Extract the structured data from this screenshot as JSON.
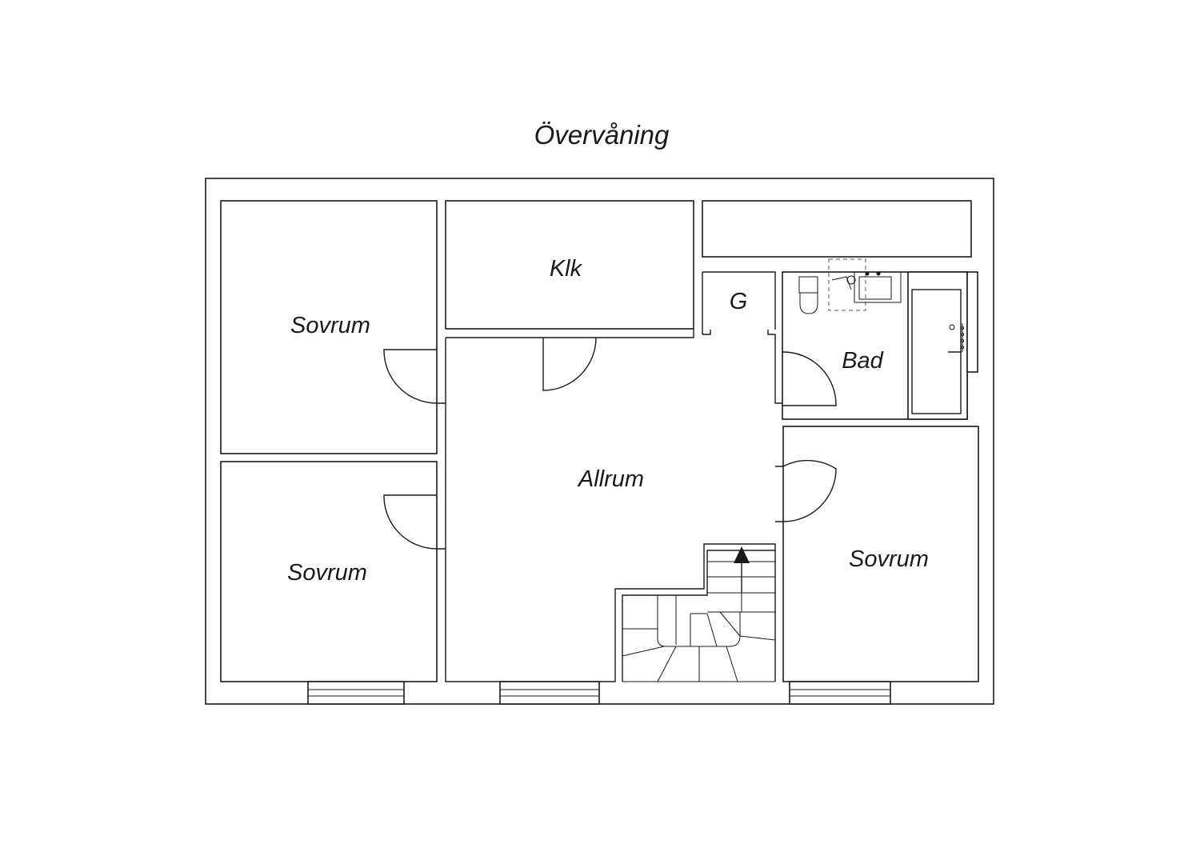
{
  "title": "Övervåning",
  "rooms": {
    "bedroom_top_left": "Sovrum",
    "closet": "Klk",
    "wardrobe": "G",
    "bathroom": "Bad",
    "bedroom_bottom_left": "Sovrum",
    "living": "Allrum",
    "bedroom_right": "Sovrum"
  },
  "colors": {
    "line": "#1a1a1a",
    "background": "#ffffff"
  }
}
